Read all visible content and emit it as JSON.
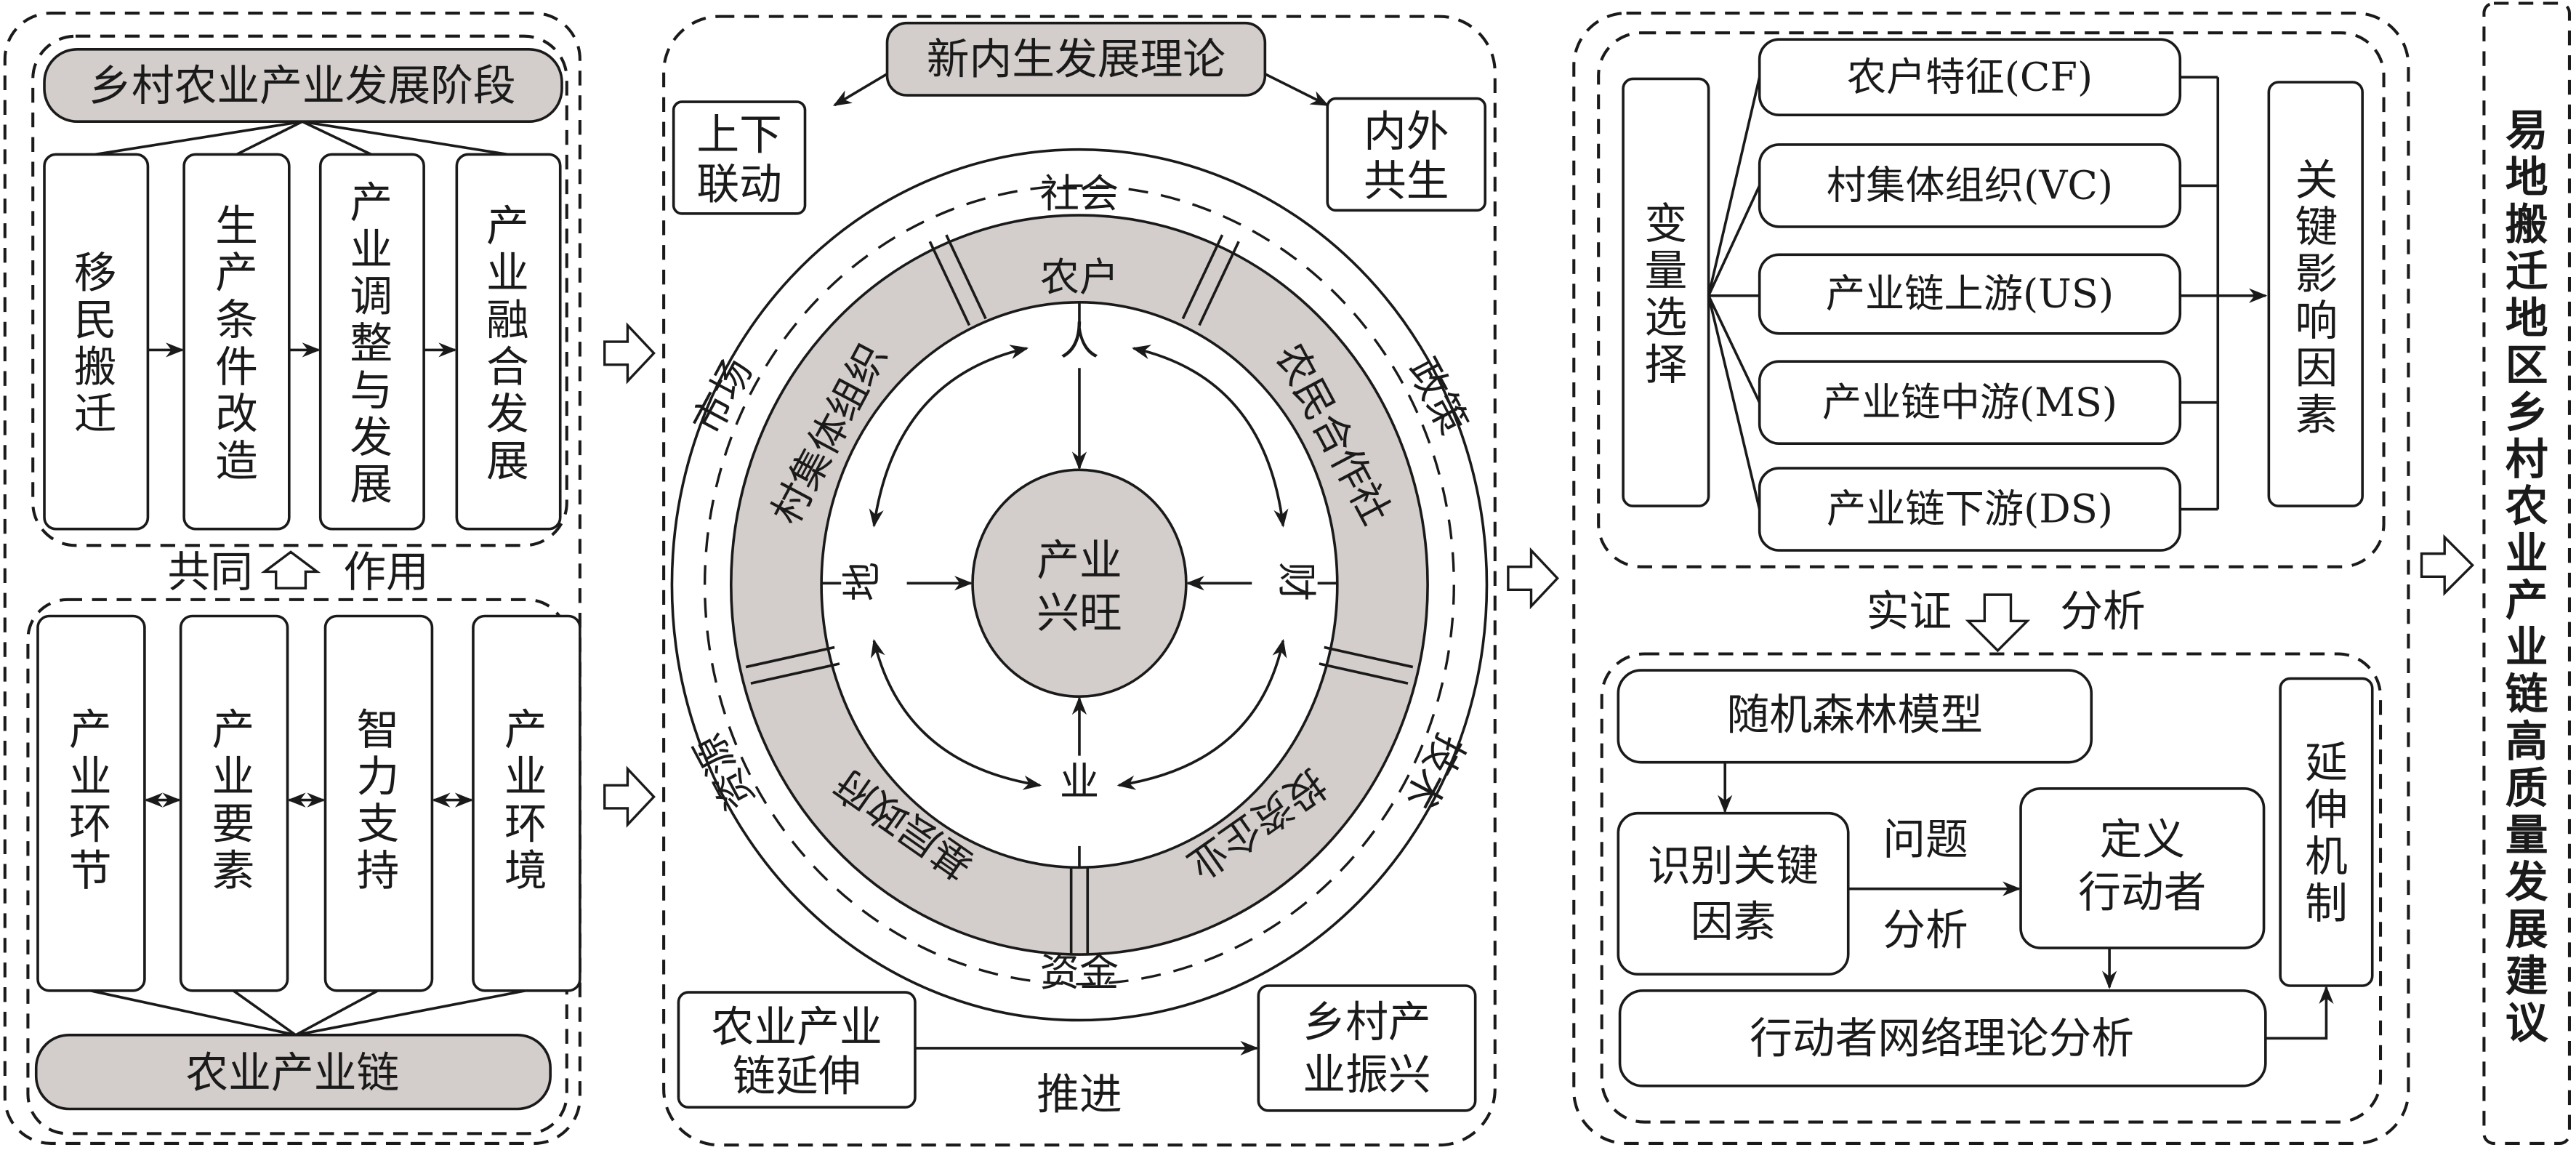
{
  "colors": {
    "ink": "#1a1a1a",
    "gray_fill": "#d3cdcb",
    "background": "#ffffff"
  },
  "left_panel": {
    "stages_title": "乡村农业产业发展阶段",
    "stages": [
      "移民搬迁",
      "生产条件改造",
      "产业调整与发展",
      "产业融合发展"
    ],
    "joint_label_left": "共同",
    "joint_label_right": "作用",
    "elements": [
      "产业环节",
      "产业要素",
      "智力支持",
      "产业环境"
    ],
    "chain_title": "农业产业链"
  },
  "middle_panel": {
    "theory_title": "新内生发展理论",
    "left_box": [
      "上下",
      "联动"
    ],
    "right_box": [
      "内外",
      "共生"
    ],
    "outer_ring": {
      "top": "社会",
      "left": "市场",
      "right": "政策",
      "bottom_left": "资源",
      "bottom_right": "技术",
      "bottom": "资金"
    },
    "gray_ring": {
      "top": "农户",
      "left": "村集体组织",
      "right": "农民合作社",
      "bottom_left": "基层政府",
      "bottom_right": "投资企业"
    },
    "inner_nodes": {
      "top": "人",
      "left": "地",
      "right": "财",
      "bottom": "业"
    },
    "center": [
      "产业",
      "兴旺"
    ],
    "bottom_left_box": [
      "农业产业",
      "链延伸"
    ],
    "bottom_right_box": [
      "乡村产",
      "业振兴"
    ],
    "push_label": "推进"
  },
  "right_panel": {
    "variable_selection": "变量选择",
    "variables": [
      "农户特征(CF)",
      "村集体组织(VC)",
      "产业链上游(US)",
      "产业链中游(MS)",
      "产业链下游(DS)"
    ],
    "key_factors": "关键影响因素",
    "empirical_left": "实证",
    "empirical_right": "分析",
    "rf_model": "随机森林模型",
    "identify_box": [
      "识别关键",
      "因素"
    ],
    "problem_label": "问题",
    "analysis_label": "分析",
    "define_box": [
      "定义",
      "行动者"
    ],
    "ant_analysis": "行动者网络理论分析",
    "extension": "延伸机制"
  },
  "conclusion": "易地搬迁地区乡村农业产业链高质量发展建议"
}
